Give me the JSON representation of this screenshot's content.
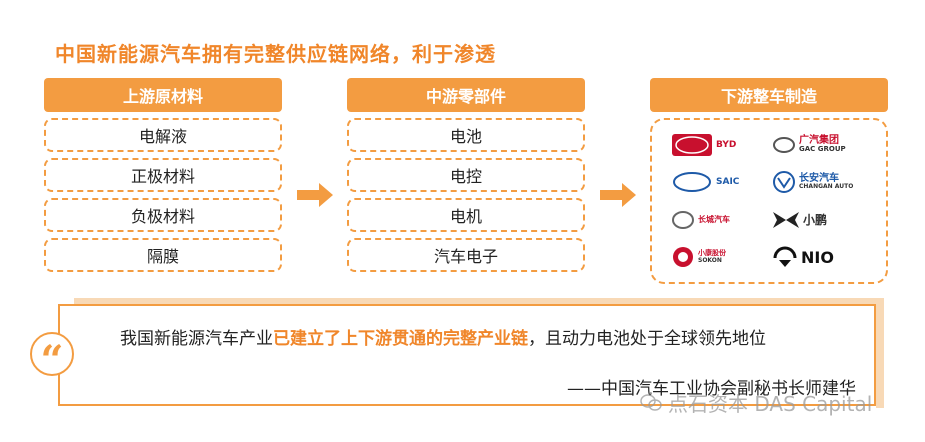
{
  "title": "中国新能源汽车拥有完整供应链网络，利于渗透",
  "upstream": {
    "header": "上游原材料",
    "items": [
      "电解液",
      "正极材料",
      "负极材料",
      "隔膜"
    ]
  },
  "midstream": {
    "header": "中游零部件",
    "items": [
      "电池",
      "电控",
      "电机",
      "汽车电子"
    ]
  },
  "downstream": {
    "header": "下游整车制造",
    "logos": [
      "BYD",
      "广汽集团",
      "GAC GROUP",
      "SAIC",
      "长安汽车",
      "CHANGAN AUTO",
      "长城汽车",
      "小鹏",
      "小康股份",
      "SOKON",
      "NIO"
    ]
  },
  "quote": {
    "mark": "“",
    "text_before": "我国新能源汽车产业",
    "text_highlight": "已建立了上下游贯通的完整产业链",
    "text_after": "，且动力电池处于全球领先地位",
    "author": "——中国汽车工业协会副秘书长师建华"
  },
  "watermark": "点石资本 DAS Capital",
  "colors": {
    "accent": "#f39c41",
    "title": "#f0862a"
  }
}
